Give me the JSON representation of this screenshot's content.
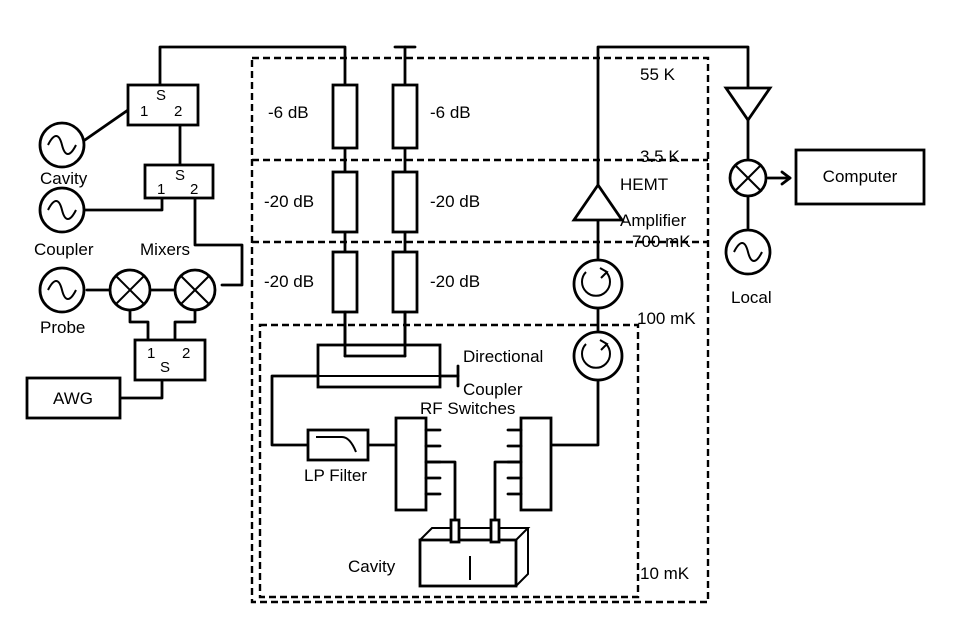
{
  "temperature_stages": {
    "t55k": "55 K",
    "t3_5k": "3.5 K",
    "t700mk": "700 mK",
    "t100mk": "100 mK",
    "t10mk": "10 mK"
  },
  "attenuators": {
    "att_6db_left": "-6 dB",
    "att_6db_right": "-6 dB",
    "att_20db_l1": "-20 dB",
    "att_20db_r1": "-20 dB",
    "att_20db_l2": "-20 dB",
    "att_20db_r2": "-20 dB"
  },
  "sources": {
    "cavity": "Cavity",
    "coupler": "Coupler",
    "probe": "Probe",
    "local": "Local"
  },
  "splitters": {
    "s1_sym": "S",
    "s1_a": "1",
    "s1_b": "2",
    "s2_sym": "S",
    "s2_a": "1",
    "s2_b": "2",
    "s3_sym": "S",
    "s3_a": "1",
    "s3_b": "2"
  },
  "labels": {
    "mixers": "Mixers",
    "awg": "AWG",
    "computer": "Computer",
    "hemt": "HEMT",
    "amplifier": "Amplifier",
    "directional": "Directional",
    "coupler": "Coupler",
    "rf_switches": "RF Switches",
    "lp_filter": "LP Filter",
    "cavity_device": "Cavity"
  }
}
